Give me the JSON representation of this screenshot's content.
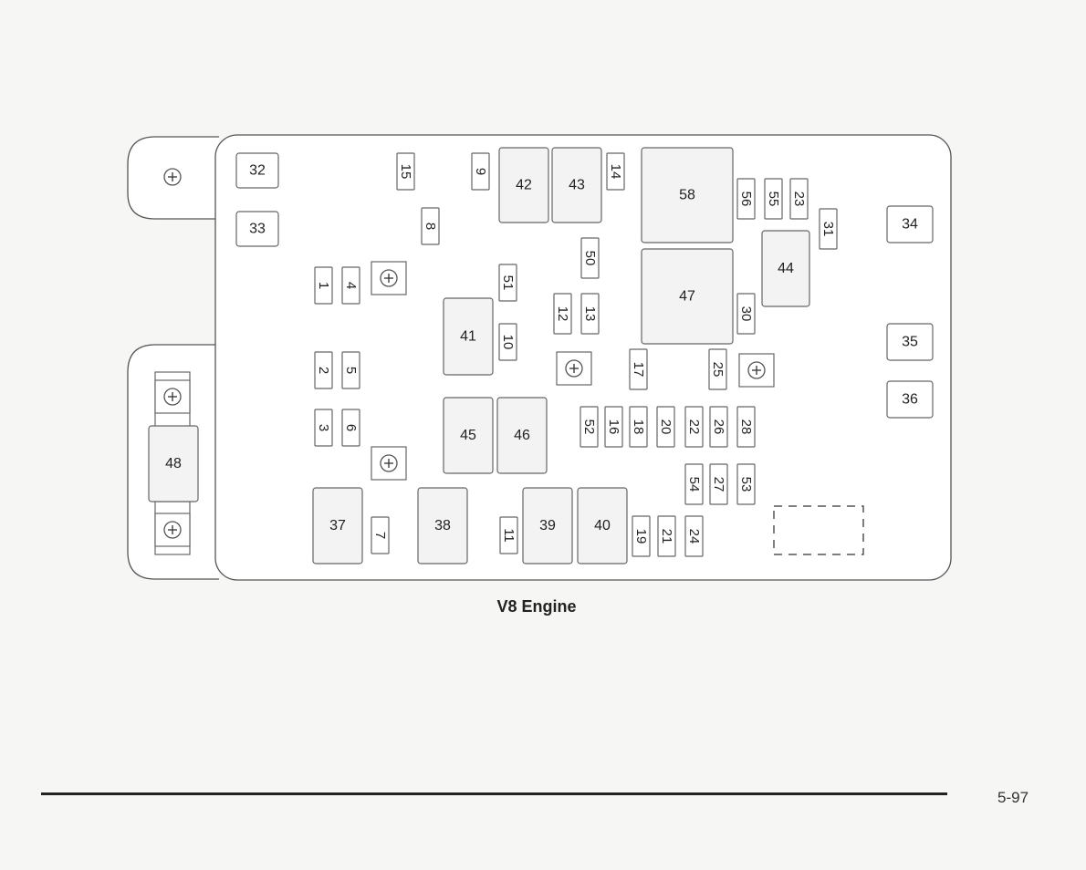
{
  "caption": "V8 Engine",
  "page_number": "5-97",
  "components": [
    {
      "label": "32",
      "kind": "square"
    },
    {
      "label": "33",
      "kind": "square"
    },
    {
      "label": "34",
      "kind": "square"
    },
    {
      "label": "35",
      "kind": "square"
    },
    {
      "label": "36",
      "kind": "square"
    },
    {
      "label": "1",
      "kind": "fuse"
    },
    {
      "label": "2",
      "kind": "fuse"
    },
    {
      "label": "3",
      "kind": "fuse"
    },
    {
      "label": "4",
      "kind": "fuse"
    },
    {
      "label": "5",
      "kind": "fuse"
    },
    {
      "label": "6",
      "kind": "fuse"
    },
    {
      "label": "7",
      "kind": "fuse"
    },
    {
      "label": "8",
      "kind": "fuse"
    },
    {
      "label": "9",
      "kind": "fuse"
    },
    {
      "label": "10",
      "kind": "fuse"
    },
    {
      "label": "11",
      "kind": "fuse"
    },
    {
      "label": "12",
      "kind": "fuse"
    },
    {
      "label": "13",
      "kind": "fuse"
    },
    {
      "label": "14",
      "kind": "fuse"
    },
    {
      "label": "15",
      "kind": "fuse"
    },
    {
      "label": "16",
      "kind": "fuse"
    },
    {
      "label": "17",
      "kind": "fuse"
    },
    {
      "label": "18",
      "kind": "fuse"
    },
    {
      "label": "19",
      "kind": "fuse"
    },
    {
      "label": "20",
      "kind": "fuse"
    },
    {
      "label": "21",
      "kind": "fuse"
    },
    {
      "label": "22",
      "kind": "fuse"
    },
    {
      "label": "23",
      "kind": "fuse"
    },
    {
      "label": "24",
      "kind": "fuse"
    },
    {
      "label": "25",
      "kind": "fuse"
    },
    {
      "label": "26",
      "kind": "fuse"
    },
    {
      "label": "27",
      "kind": "fuse"
    },
    {
      "label": "28",
      "kind": "fuse"
    },
    {
      "label": "30",
      "kind": "fuse"
    },
    {
      "label": "31",
      "kind": "fuse"
    },
    {
      "label": "50",
      "kind": "fuse"
    },
    {
      "label": "51",
      "kind": "fuse"
    },
    {
      "label": "52",
      "kind": "fuse"
    },
    {
      "label": "53",
      "kind": "fuse"
    },
    {
      "label": "54",
      "kind": "fuse"
    },
    {
      "label": "55",
      "kind": "fuse"
    },
    {
      "label": "56",
      "kind": "fuse"
    },
    {
      "label": "37",
      "kind": "relay"
    },
    {
      "label": "38",
      "kind": "relay"
    },
    {
      "label": "39",
      "kind": "relay"
    },
    {
      "label": "40",
      "kind": "relay"
    },
    {
      "label": "41",
      "kind": "relay"
    },
    {
      "label": "42",
      "kind": "relay"
    },
    {
      "label": "43",
      "kind": "relay"
    },
    {
      "label": "44",
      "kind": "relay"
    },
    {
      "label": "45",
      "kind": "relay"
    },
    {
      "label": "46",
      "kind": "relay"
    },
    {
      "label": "47",
      "kind": "relay"
    },
    {
      "label": "48",
      "kind": "relay"
    },
    {
      "label": "58",
      "kind": "relay"
    }
  ],
  "icons": [
    "plus-circle-icon"
  ],
  "colors": {
    "line": "#555555",
    "text": "#222222",
    "background": "#f6f6f5"
  }
}
